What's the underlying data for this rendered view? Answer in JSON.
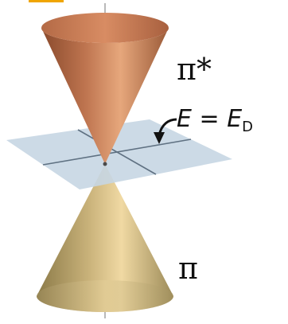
{
  "labels": {
    "upper_band": "π*",
    "lower_band": "π",
    "equation": {
      "lhs": "E",
      "equals": " = ",
      "rhs": "E",
      "subscript": "D"
    }
  },
  "colors": {
    "upper_cone_dark": "#8a4a2c",
    "upper_cone_light": "#e6a77c",
    "lower_cone_dark": "#8b7a48",
    "lower_cone_light": "#f0d9a3",
    "plane_fill": "#c7d6e3",
    "plane_lines": "#5f7182",
    "axis": "#b9b9b9",
    "accent_top": "#f0a500"
  }
}
